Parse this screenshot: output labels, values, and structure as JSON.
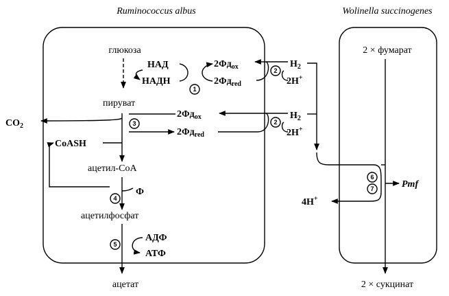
{
  "organisms": {
    "left": "Ruminococcus albus",
    "right": "Wolinella succinogenes"
  },
  "left_cell": {
    "glucose": "глюкоза",
    "nad": "НАД",
    "nadh": "НАДН",
    "pyruvate": "пируват",
    "co2": "CO",
    "co2_sub": "2",
    "coash": "CoASH",
    "acetyl_coa": "ацетил-CoA",
    "phi": "Ф",
    "acetyl_phosphate": "ацетилфосфат",
    "adp": "АДФ",
    "atp": "АТФ",
    "acetate": "ацетат"
  },
  "ferredoxin": {
    "prefix": "2Φ",
    "fd_main": "д",
    "ox": "ox",
    "red": "red"
  },
  "hydrogen": {
    "h2": "H",
    "h2_sub": "2",
    "protons": "2H",
    "plus": "+"
  },
  "right_cell": {
    "fumarate": "2 × фумарат",
    "succinate": "2 × сукцинат",
    "pmf": "Pmf",
    "protons_out": "4H",
    "plus": "+"
  },
  "steps": [
    "1",
    "2",
    "3",
    "4",
    "5",
    "6",
    "7"
  ]
}
